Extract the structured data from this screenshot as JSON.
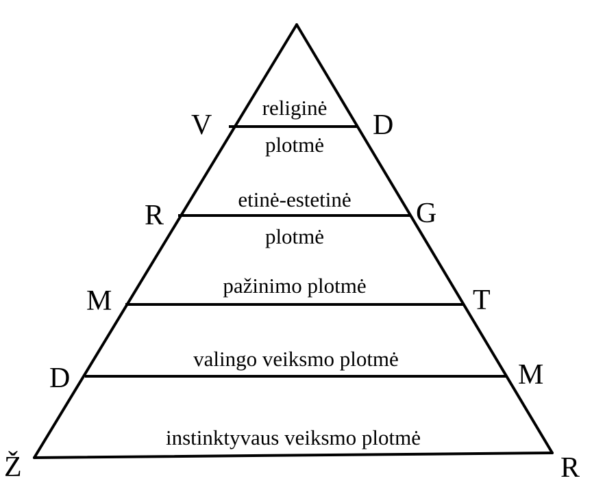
{
  "bands": [
    {
      "lines": [
        "religinė",
        "plotmė"
      ]
    },
    {
      "lines": [
        "etinė-estetinė",
        "plotmė"
      ]
    },
    {
      "lines": [
        "pažinimo plotmė"
      ]
    },
    {
      "lines": [
        "valingo veiksmo plotmė"
      ]
    },
    {
      "lines": [
        "instinktyvaus veiksmo plotmė"
      ]
    }
  ],
  "left_letters": [
    "V",
    "R",
    "M",
    "D",
    "Ž"
  ],
  "right_letters": [
    "D",
    "G",
    "T",
    "M",
    "R"
  ]
}
